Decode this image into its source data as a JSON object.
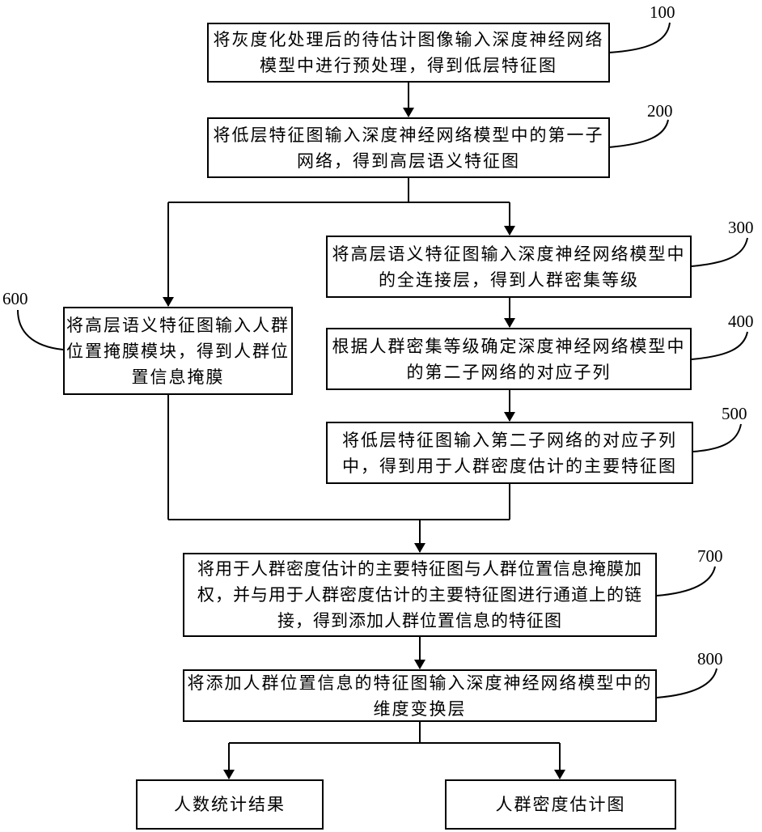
{
  "steps": {
    "s100": "将灰度化处理后的待估计图像输入深度神经网络模型中进行预处理，得到低层特征图",
    "s200": "将低层特征图输入深度神经网络模型中的第一子网络，得到高层语义特征图",
    "s300": "将高层语义特征图输入深度神经网络模型中的全连接层，得到人群密集等级",
    "s400": "根据人群密集等级确定深度神经网络模型中的第二子网络的对应子列",
    "s500": "将低层特征图输入第二子网络的对应子列中，得到用于人群密度估计的主要特征图",
    "s600": "将高层语义特征图输入人群位置掩膜模块，得到人群位置信息掩膜",
    "s700": "将用于人群密度估计的主要特征图与人群位置信息掩膜加权，并与用于人群密度估计的主要特征图进行通道上的链接，得到添加人群位置信息的特征图",
    "s800": "将添加人群位置信息的特征图输入深度神经网络模型中的维度变换层",
    "out_count": "人数统计结果",
    "out_density": "人群密度估计图"
  },
  "labels": {
    "l100": "100",
    "l200": "200",
    "l300": "300",
    "l400": "400",
    "l500": "500",
    "l600": "600",
    "l700": "700",
    "l800": "800"
  }
}
